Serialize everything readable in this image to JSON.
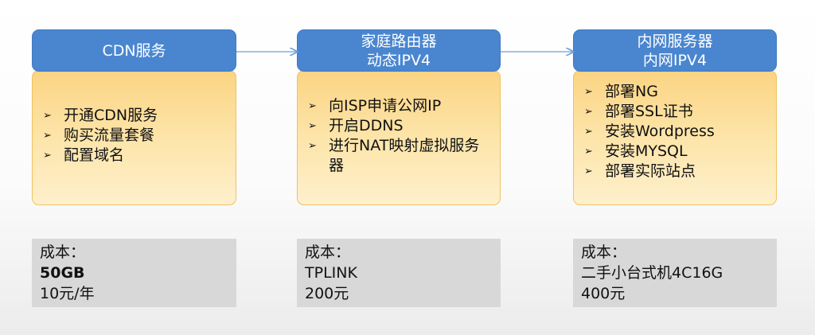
{
  "columns": [
    {
      "header": [
        "CDN服务"
      ],
      "bullets": [
        "开通CDN服务",
        "购买流量套餐",
        "配置域名"
      ],
      "cost": {
        "label": "成本：",
        "line1": "50GB",
        "line2": "10元/年"
      }
    },
    {
      "header": [
        "家庭路由器",
        "动态IPV4"
      ],
      "bullets": [
        "向ISP申请公网IP",
        "开启DDNS",
        "进行NAT映射虚拟服务器"
      ],
      "cost": {
        "label": "成本：",
        "line1": "TPLINK",
        "line2": "200元"
      }
    },
    {
      "header": [
        "内网服务器",
        "内网IPV4"
      ],
      "bullets": [
        "部署NG",
        "部署SSL证书",
        "安装Wordpress",
        "安装MYSQL",
        "部署实际站点"
      ],
      "cost": {
        "label": "成本：",
        "line1": "二手小台式机4C16G",
        "line2": "400元"
      }
    }
  ],
  "bullet_marker": "➢",
  "colors": {
    "header_fill": "#4a86d0",
    "body_fill": "#fde6ad",
    "cost_fill": "#d8d8d8",
    "arrow": "#6fa0d8"
  }
}
